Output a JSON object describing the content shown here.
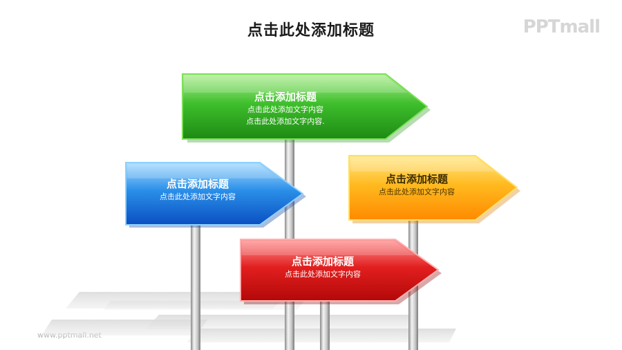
{
  "title": "点击此处添加标题",
  "logo": "PPTmall",
  "watermark": "www.pptmall.net",
  "signs": {
    "green": {
      "heading": "点击添加标题",
      "line1": "点击此处添加文字内容",
      "line2": "点击此处添加文字内容."
    },
    "blue": {
      "heading": "点击添加标题",
      "line1": "点击此处添加文字内容"
    },
    "orange": {
      "heading": "点击添加标题",
      "line1": "点击此处添加文字内容"
    },
    "red": {
      "heading": "点击添加标题",
      "line1": "点击此处添加文字内容"
    }
  }
}
